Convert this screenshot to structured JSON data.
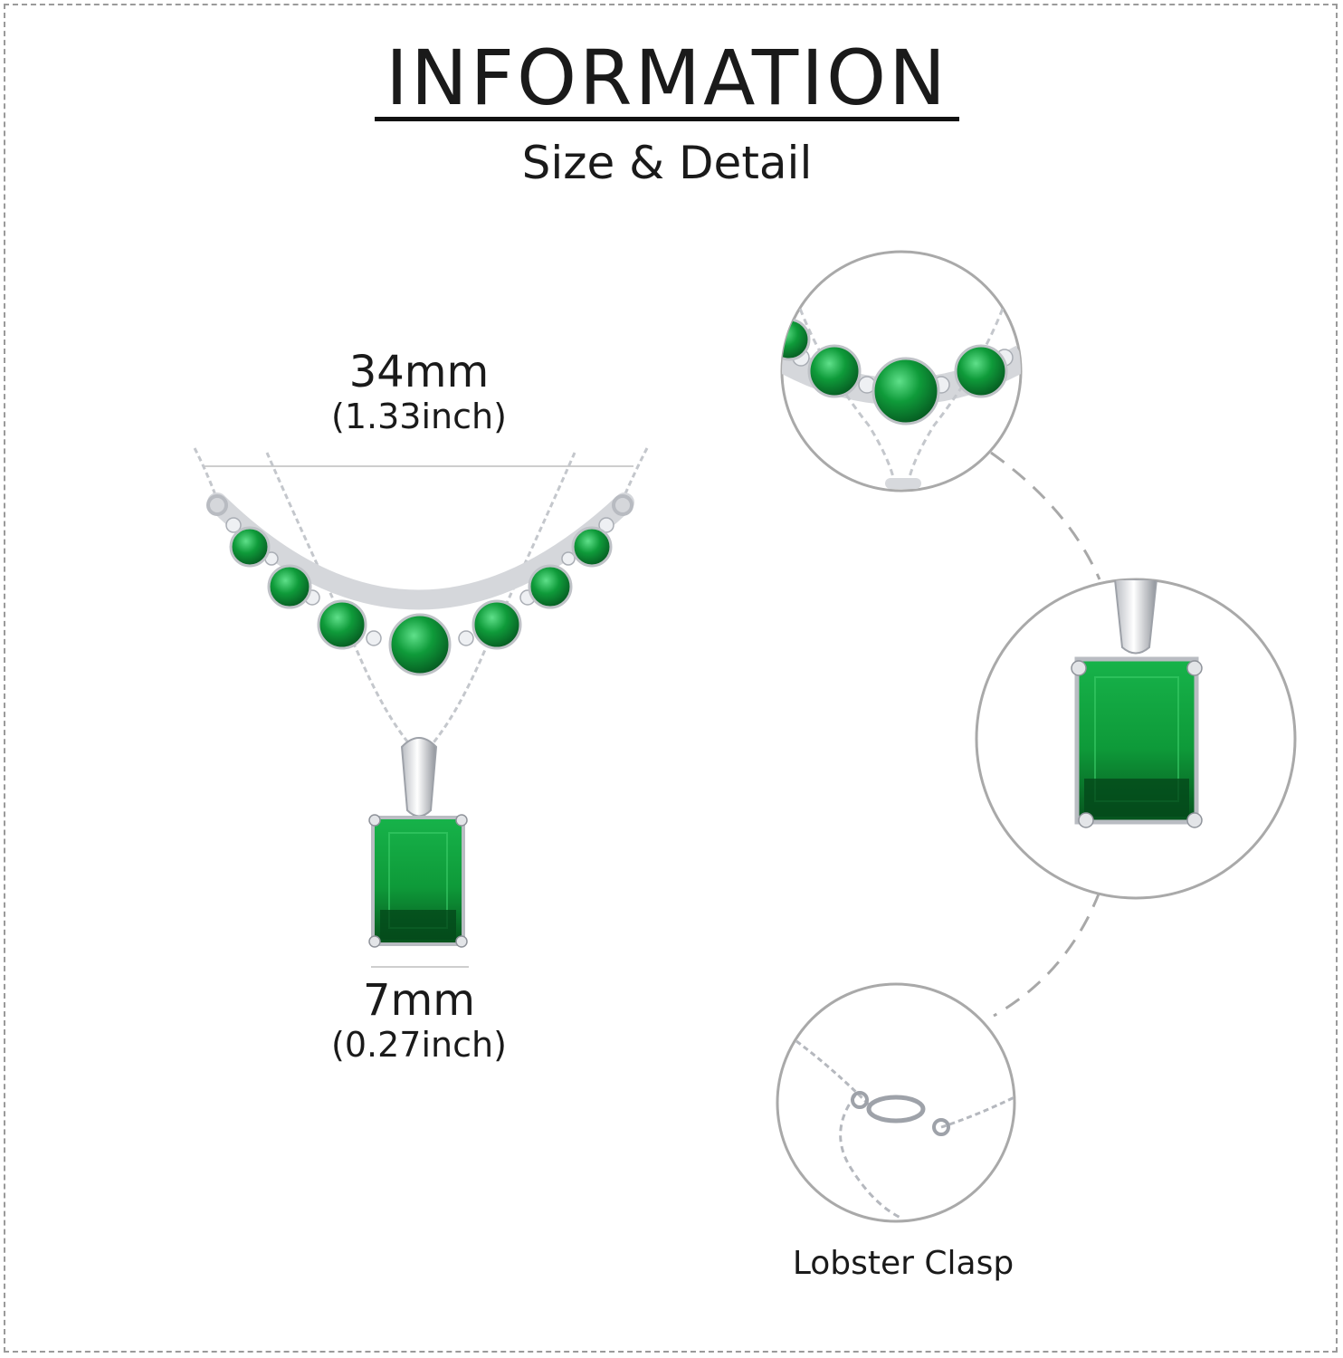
{
  "header": {
    "title": "INFORMATION",
    "subtitle": "Size & Detail"
  },
  "dimensions": {
    "width": {
      "mm": "34mm",
      "inch": "(1.33inch)"
    },
    "pendant": {
      "mm": "7mm",
      "inch": "(0.27inch)"
    }
  },
  "details": {
    "clasp_label": "Lobster Clasp"
  },
  "colors": {
    "emerald": "#0f9b3a",
    "emerald_dark": "#05551f",
    "silver": "#c9ccd1",
    "frame": "#9a9a9a"
  }
}
